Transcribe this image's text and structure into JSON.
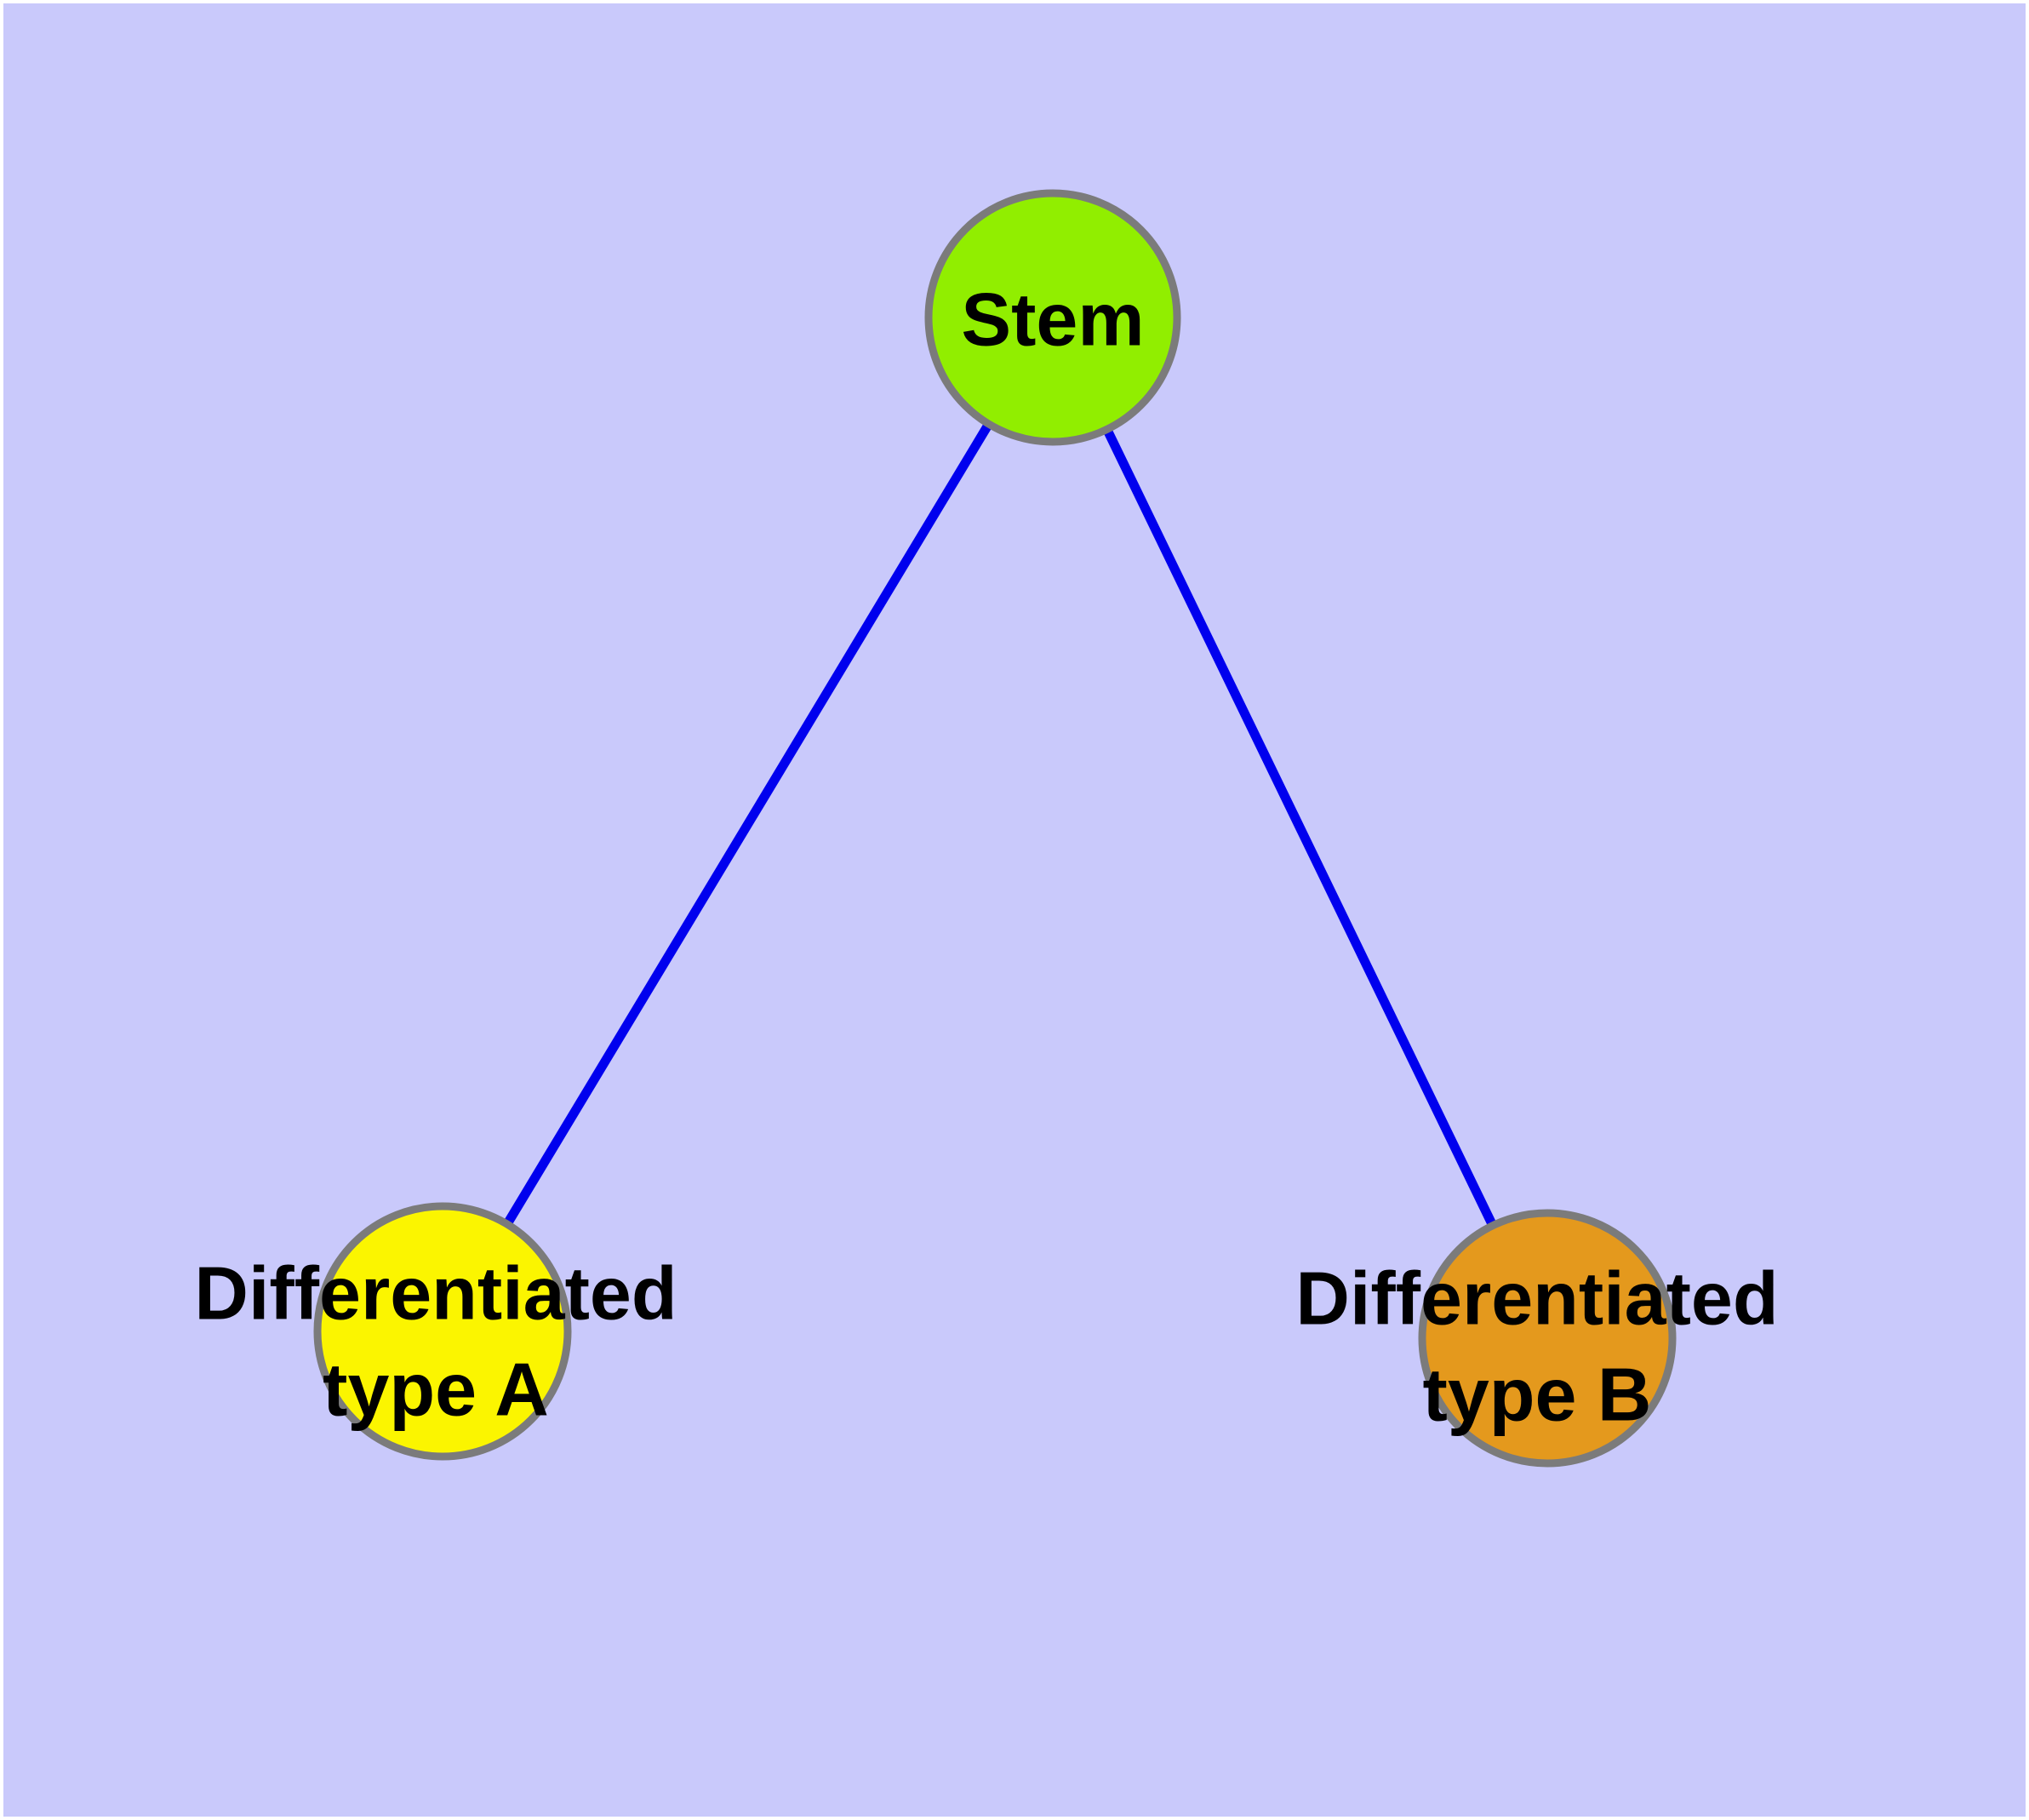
{
  "diagram": {
    "kind": "graph",
    "frame_color": "#FFFFFF",
    "background": "#C9C9FB",
    "edge_color": "#0000EE",
    "node_border_color": "#7B7B7B",
    "label_color": "#000000",
    "nodes": [
      {
        "id": "stem",
        "label": "Stem",
        "fill": "#91EE00",
        "stroke": "#7B7B7B"
      },
      {
        "id": "differentiated-type-a",
        "label": "Differentiated\ntype A",
        "fill": "#FBF500",
        "stroke": "#7B7B7B"
      },
      {
        "id": "differentiated-type-b",
        "label": "Differentiated\ntype B",
        "fill": "#E4991D",
        "stroke": "#7B7B7B"
      }
    ],
    "edges": [
      {
        "from": "stem",
        "to": "differentiated-type-a"
      },
      {
        "from": "stem",
        "to": "differentiated-type-b"
      }
    ]
  }
}
